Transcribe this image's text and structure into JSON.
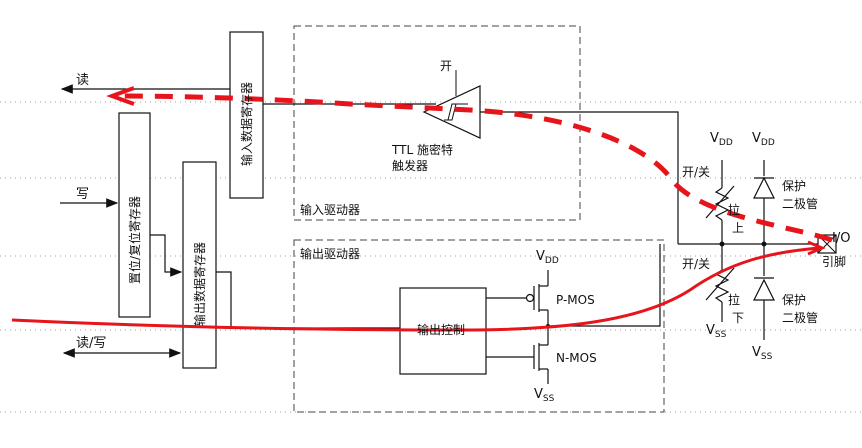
{
  "labels": {
    "read": "读",
    "write": "写",
    "read_write": "读/写",
    "input_data_register": "输入数据寄存器",
    "set_reset_register": "置位/复位寄存器",
    "output_data_register": "输出数据寄存器",
    "on": "开",
    "ttl_schmitt_1": "TTL 施密特",
    "ttl_schmitt_2": "触发器",
    "input_driver": "输入驱动器",
    "output_driver": "输出驱动器",
    "output_control": "输出控制",
    "pmos": "P-MOS",
    "nmos": "N-MOS",
    "v": "V",
    "dd": "DD",
    "ss": "SS",
    "switch": "开/关",
    "pull_up": "拉",
    "pull_up_2": "上",
    "pull_down": "拉",
    "pull_down_2": "下",
    "protect_1": "保护",
    "protect_2": "二极管",
    "io": "I/O",
    "pin": "引脚"
  },
  "colors": {
    "line": "#111111",
    "highlight": "#e8141b",
    "dash_box": "#555555",
    "dot_grid": "#9a9a9a"
  }
}
